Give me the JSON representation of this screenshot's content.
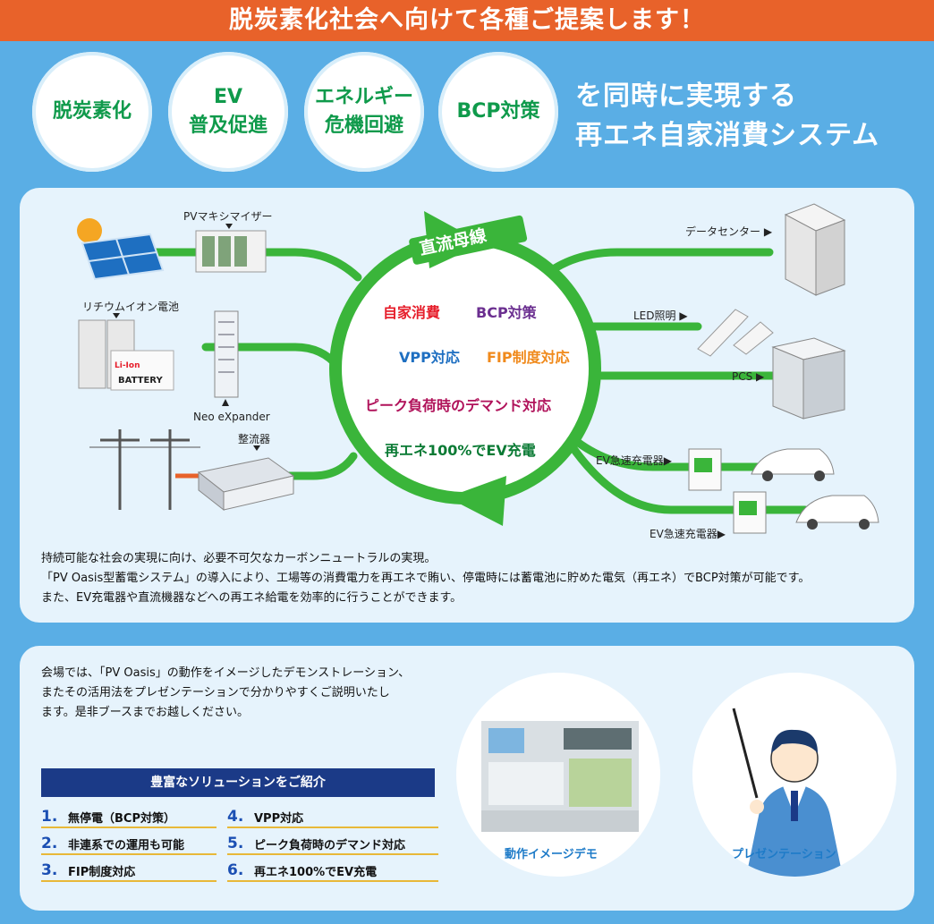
{
  "banner": "脱炭素化社会へ向けて各種ご提案します！",
  "badges": [
    {
      "lines": [
        "脱炭素化"
      ]
    },
    {
      "lines": [
        "EV",
        "普及促進"
      ]
    },
    {
      "lines": [
        "エネルギー",
        "危機回避"
      ]
    },
    {
      "lines": [
        "BCP対策"
      ]
    }
  ],
  "tagline": [
    "を同時に実現する",
    "再エネ自家消費システム"
  ],
  "diagram": {
    "ring_title": "直流母線",
    "ring_items": [
      {
        "text": "自家消費",
        "color": "#e61e2b"
      },
      {
        "text": "BCP対策",
        "color": "#6b2f90"
      },
      {
        "text": "VPP対応",
        "color": "#1e6fc1"
      },
      {
        "text": "FIP制度対応",
        "color": "#f08a1c"
      },
      {
        "text": "ピーク負荷時のデマンド対応",
        "color": "#b0125a"
      },
      {
        "text": "再エネ100%でEV充電",
        "color": "#0a7a34"
      }
    ],
    "left_labels": {
      "pv_maximizer": "PVマキシマイザー",
      "lithium_battery": "リチウムイオン電池",
      "neo_expander": "Neo eXpander",
      "rectifier": "整流器"
    },
    "right_labels": {
      "data_center": "データセンター ▶",
      "led": "LED照明 ▶",
      "pcs": "PCS ▶",
      "ev_charger_1": "EV急速充電器▶",
      "ev_charger_2": "EV急速充電器▶"
    },
    "battery_labels": {
      "li_ion": "Li-Ion",
      "battery": "BATTERY"
    },
    "line_color": "#3ab53a"
  },
  "description": [
    "持続可能な社会の実現に向け、必要不可欠なカーボンニュートラルの実現。",
    "「PV Oasis型蓄電システム」の導入により、工場等の消費電力を再エネで賄い、停電時には蓄電池に貯めた電気（再エネ）でBCP対策が可能です。",
    "また、EV充電器や直流機器などへの再エネ給電を効率的に行うことができます。"
  ],
  "intro": [
    "会場では、「PV Oasis」の動作をイメージしたデモンストレーション、",
    "またその活用法をプレゼンテーションで分かりやすくご説明いたし",
    "ます。是非ブースまでお越しください。"
  ],
  "solutions": {
    "header": "豊富なソリューションをご紹介",
    "items": [
      {
        "num": "1.",
        "text": "無停電（BCP対策）"
      },
      {
        "num": "2.",
        "text": "非連系での運用も可能"
      },
      {
        "num": "3.",
        "text": "FIP制度対応"
      },
      {
        "num": "4.",
        "text": "VPP対応"
      },
      {
        "num": "5.",
        "text": "ピーク負荷時のデマンド対応"
      },
      {
        "num": "6.",
        "text": "再エネ100%でEV充電"
      }
    ]
  },
  "photos": {
    "demo_caption": "動作イメージデモ",
    "presentation_caption": "プレゼンテーション"
  }
}
